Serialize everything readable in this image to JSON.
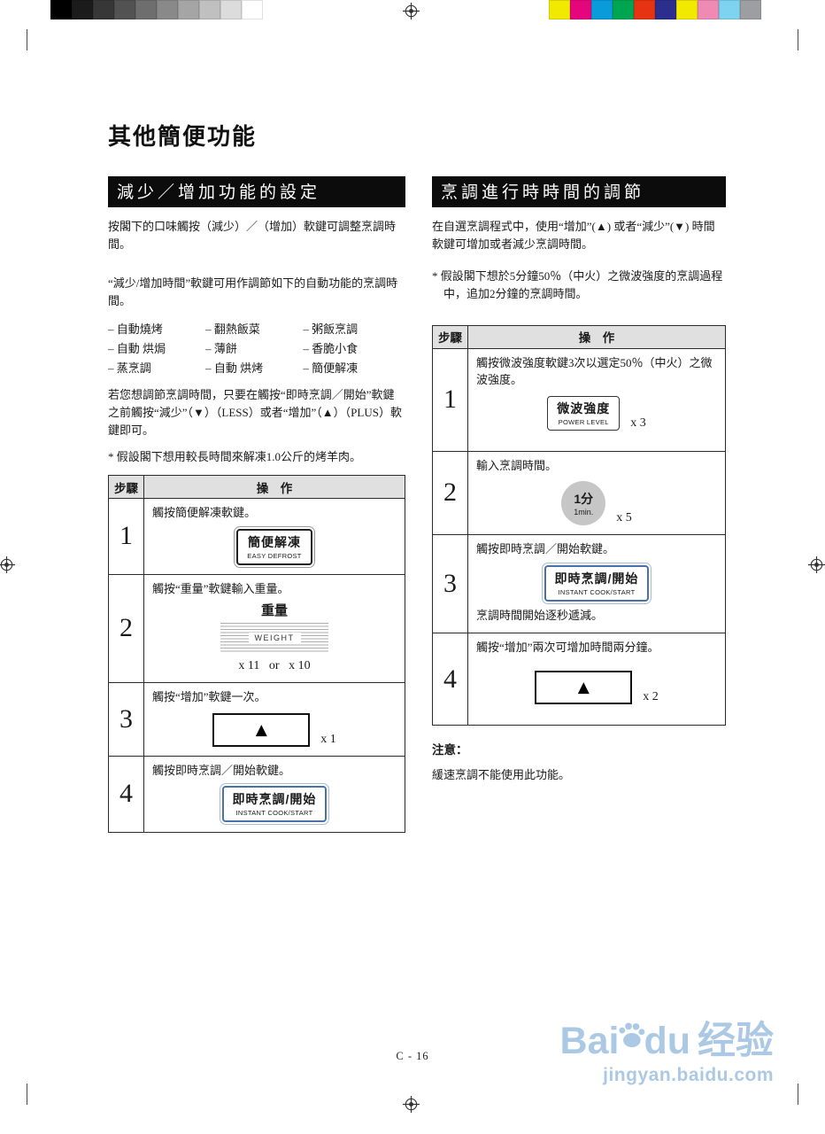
{
  "calibration": {
    "grays": [
      "#000000",
      "#1b1b1b",
      "#373737",
      "#525252",
      "#6e6e6e",
      "#898989",
      "#a5a5a5",
      "#c0c0c0",
      "#dcdcdc",
      "#ffffff"
    ],
    "colors": [
      "#f2e900",
      "#e5067e",
      "#0a9bdb",
      "#00a551",
      "#e63312",
      "#2b2e8c",
      "#f2e900",
      "#ef8ab4",
      "#7ed3f0",
      "#9c9ea1"
    ]
  },
  "page": {
    "title": "其他簡便功能",
    "footer": "C - 16"
  },
  "icons": {
    "up_triangle": "▲"
  },
  "left": {
    "header": "減少／增加功能的設定",
    "para1": "按閣下的口味觸按（減少）／（增加）軟鍵可調整烹調時間。",
    "para2": "“減少/增加時間”軟鍵可用作調節如下的自動功能的烹調時間。",
    "functions": [
      "– 自動燒烤",
      "– 翻熱飯菜",
      "– 粥飯烹調",
      "– 自動 烘焗",
      "– 薄餅",
      "– 香脆小食",
      "– 蒸烹調",
      "– 自動 烘烤",
      "– 簡便解凍"
    ],
    "para3": "若您想調節烹調時間，只要在觸按“即時烹調／開始”軟鍵之前觸按“減少”（▼）（LESS）或者“增加”（▲）（PLUS）軟鍵即可。",
    "para4": "* 假設閣下想用較長時間來解凍1.0公斤的烤羊肉。",
    "table": {
      "col_step": "步驟",
      "col_op": "操　作",
      "rows": [
        {
          "step": "1",
          "desc": "觸按簡便解凍軟鍵。",
          "btn_main": "簡便解凍",
          "btn_sub": "EASY DEFROST"
        },
        {
          "step": "2",
          "desc": "觸按“重量”軟鍵輸入重量。",
          "label": "重量",
          "btn_sub": "WEIGHT",
          "times": "x 11   or   x 10"
        },
        {
          "step": "3",
          "desc": "觸按“增加”軟鍵一次。",
          "times": "x 1"
        },
        {
          "step": "4",
          "desc": "觸按即時烹調／開始軟鍵。",
          "btn_main": "即時烹調/開始",
          "btn_sub": "INSTANT COOK/START"
        }
      ]
    }
  },
  "right": {
    "header": "烹調進行時時間的調節",
    "para1": "在自選烹調程式中，使用“增加”(▲) 或者“減少”(▼) 時間軟鍵可增加或者減少烹調時間。",
    "para2": "* 假設閣下想於5分鐘50％（中火）之微波強度的烹調過程中，追加2分鐘的烹調時間。",
    "table": {
      "col_step": "步驟",
      "col_op": "操　作",
      "rows": [
        {
          "step": "1",
          "desc": "觸按微波強度軟鍵3次以選定50％（中火）之微波強度。",
          "btn_main": "微波強度",
          "btn_sub": "POWER LEVEL",
          "times": "x 3"
        },
        {
          "step": "2",
          "desc": "輸入烹調時間。",
          "btn_main": "1分",
          "btn_sub": "1min.",
          "times": "x 5"
        },
        {
          "step": "3",
          "desc": "觸按即時烹調／開始軟鍵。",
          "btn_main": "即時烹調/開始",
          "btn_sub": "INSTANT COOK/START",
          "note": "烹調時間開始逐秒遞減。"
        },
        {
          "step": "4",
          "desc": "觸按“增加”兩次可增加時間兩分鐘。",
          "times": "x 2"
        }
      ]
    },
    "note_label": "注意：",
    "note_text": "緩速烹調不能使用此功能。"
  },
  "watermark": {
    "brand_left": "Bai",
    "brand_right": "du",
    "brand_cn": "经验",
    "site": "jingyan.baidu.com"
  }
}
